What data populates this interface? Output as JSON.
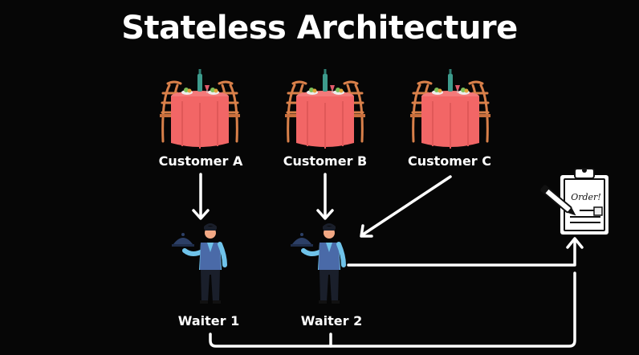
{
  "title": "Stateless Architecture",
  "customers": [
    "Customer A",
    "Customer B",
    "Customer C"
  ],
  "waiters": [
    "Waiter 1",
    "Waiter 2"
  ],
  "order_pad": {
    "text": "Order!"
  },
  "colors": {
    "background": "#060606",
    "tablecloth": "#f26666",
    "chair": "#d9804a",
    "waiter_vest": "#4a6aa8",
    "waiter_shirt": "#6fc3ea",
    "line": "#ffffff"
  }
}
